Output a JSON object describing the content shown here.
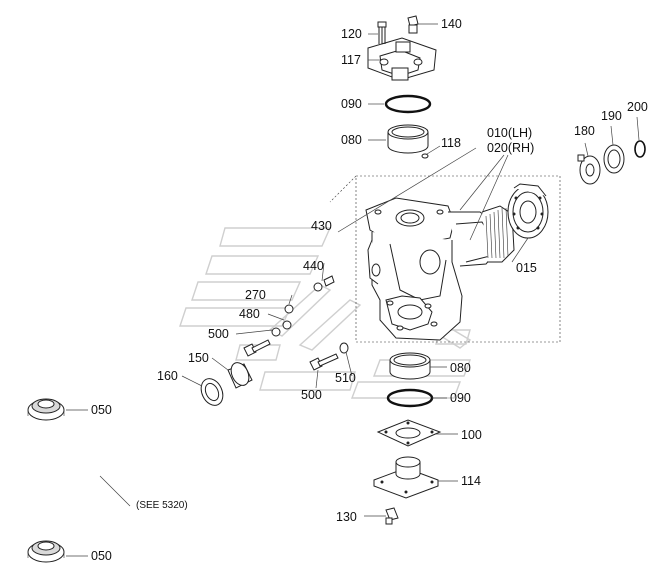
{
  "labels": {
    "p120": "120",
    "p140": "140",
    "p117": "117",
    "p090a": "090",
    "p080a": "080",
    "p118": "118",
    "p010": "010(LH)",
    "p020": "020(RH)",
    "p180": "180",
    "p190": "190",
    "p200": "200",
    "p430": "430",
    "p015": "015",
    "p440": "440",
    "p270": "270",
    "p480": "480",
    "p500a": "500",
    "p150": "150",
    "p160": "160",
    "p510": "510",
    "p080b": "080",
    "p500b": "500",
    "p090b": "090",
    "p050a": "050",
    "p100": "100",
    "p114": "114",
    "see": "(SEE 5320)",
    "p130": "130",
    "p050b": "050"
  }
}
